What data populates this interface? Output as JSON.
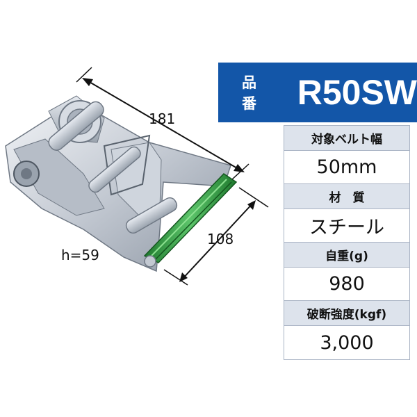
{
  "part_number": {
    "label": "品 番",
    "value": "R50SW"
  },
  "specs": [
    {
      "header": "対象ベルト幅",
      "value": "50mm"
    },
    {
      "header": "材　質",
      "value": "スチール"
    },
    {
      "header": "自重(g)",
      "value": "980"
    },
    {
      "header": "破断強度(kgf)",
      "value": "3,000"
    }
  ],
  "dimensions": {
    "length": "181",
    "width": "108",
    "height": "h=59"
  },
  "colors": {
    "badge_blue": "#1356a8",
    "header_gray": "#dde3ec",
    "handle_green": "#3aa84a"
  }
}
